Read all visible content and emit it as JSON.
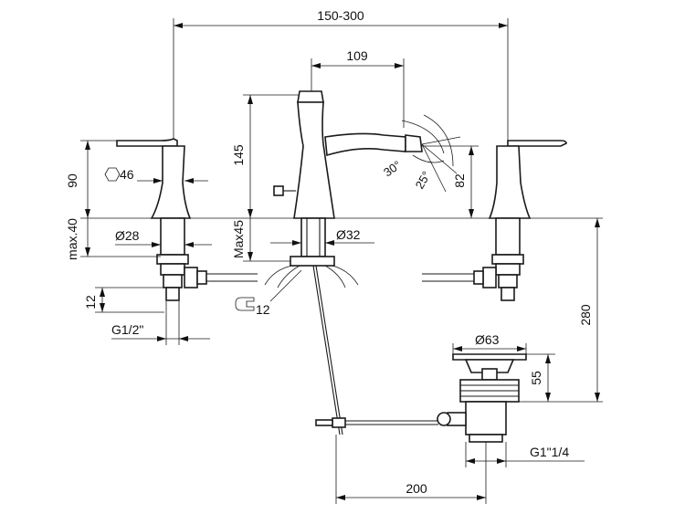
{
  "dimensions": {
    "overall_width": "150-300",
    "spout_reach": "109",
    "spout_height": "145",
    "max_deck_thickness_left": "max.40",
    "max_deck_thickness_center": "Max45",
    "handle_height": "90",
    "hex_size": "46",
    "valve_shank_diameter": "28",
    "spout_shank_diameter": "32",
    "inlet_length": "12",
    "inlet_thread": "G1/2\"",
    "wrench_size": "12",
    "angle_a": "30°",
    "angle_b": "25°",
    "spray_height": "82",
    "drain_diameter": "63",
    "drain_height": "55",
    "drain_depth": "280",
    "drain_thread": "G1\"1/4",
    "rod_length": "200"
  },
  "symbols": {
    "diameter": "Ø",
    "hex_icon": "hexagon-icon",
    "wrench_icon": "wrench-icon"
  }
}
